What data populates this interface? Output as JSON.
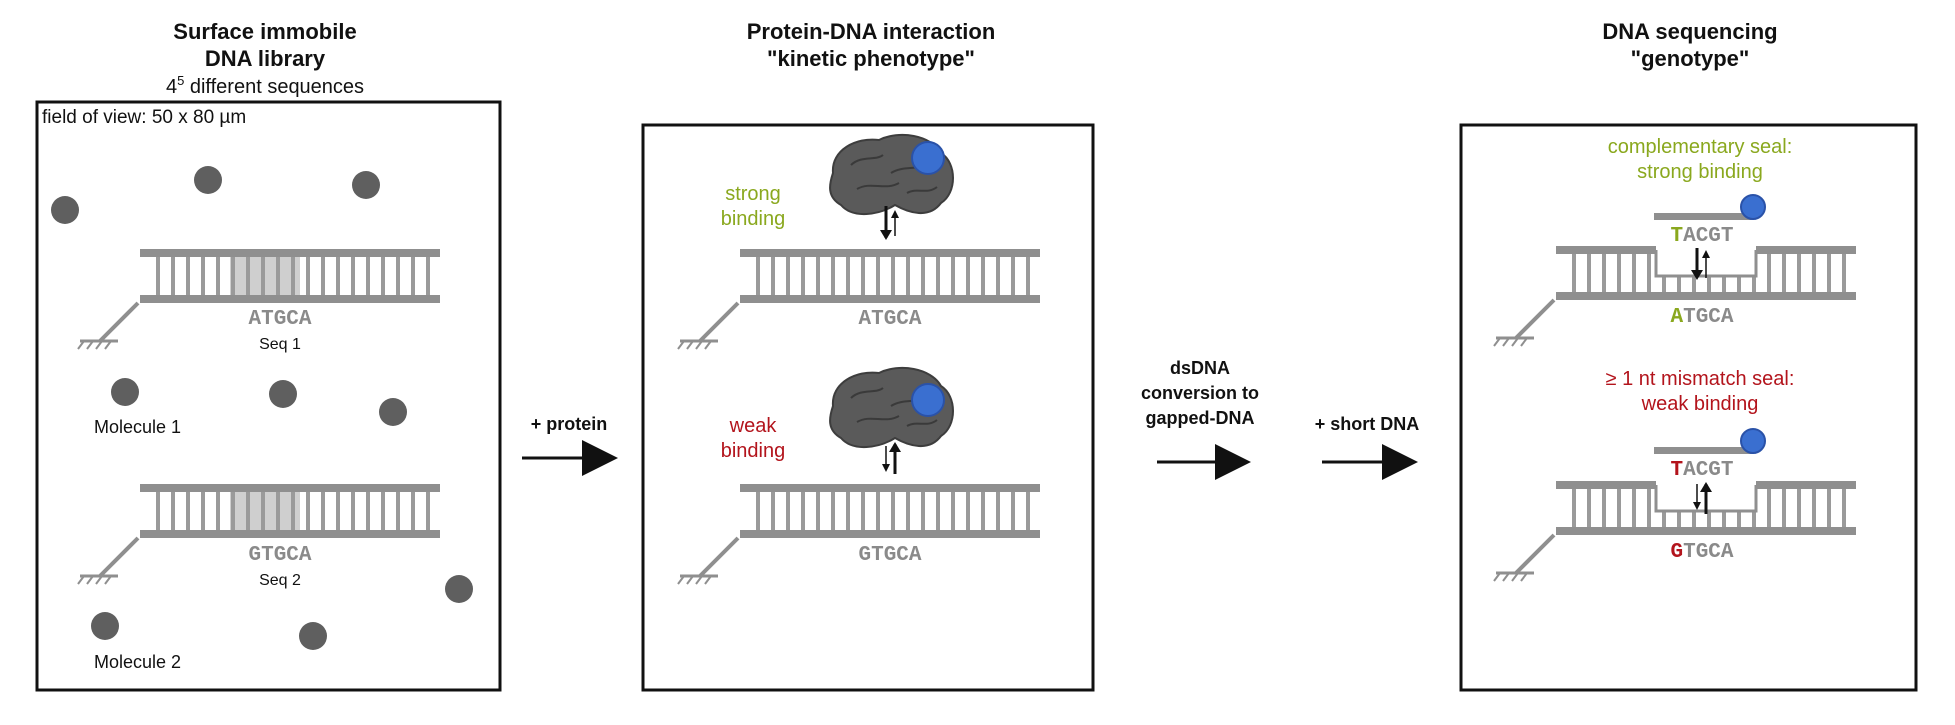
{
  "panel1": {
    "title_line1": "Surface immobile",
    "title_line2": "DNA library",
    "subtitle_base": "4",
    "subtitle_exp": "5",
    "subtitle_rest": " different sequences",
    "field_of_view": "field of view: 50 x 80 µm",
    "seq1": "ATGCA",
    "seq1_label": "Seq 1",
    "seq2": "GTGCA",
    "seq2_label": "Seq 2",
    "molecule1": "Molecule 1",
    "molecule2": "Molecule 2"
  },
  "arrow1_label": "+ protein",
  "panel2": {
    "title_line1": "Protein-DNA interaction",
    "title_line2": "\"kinetic phenotype\"",
    "strong_line1": "strong",
    "strong_line2": "binding",
    "weak_line1": "weak",
    "weak_line2": "binding",
    "seq1": "ATGCA",
    "seq2": "GTGCA"
  },
  "arrow2_label_line1": "dsDNA",
  "arrow2_label_line2": "conversion to",
  "arrow2_label_line3": "gapped-DNA",
  "arrow3_label": "+ short DNA",
  "panel3": {
    "title_line1": "DNA sequencing",
    "title_line2": "\"genotype\"",
    "comp_line1": "complementary seal:",
    "comp_line2": "strong binding",
    "mismatch_line1": "≥ 1 nt mismatch seal:",
    "mismatch_line2": "weak binding",
    "probe_first": "T",
    "probe_rest": "ACGT",
    "seq1_first": "A",
    "seq1_rest": "TGCA",
    "seq2_first": "G",
    "seq2_rest": "TGCA"
  },
  "colors": {
    "green": "#8aa81e",
    "red": "#b3141c",
    "blue_dot": "#3a6fd0",
    "molecule": "#5f5f5f",
    "protein": "#5a5a5a",
    "dna": "#8f8f8f"
  }
}
